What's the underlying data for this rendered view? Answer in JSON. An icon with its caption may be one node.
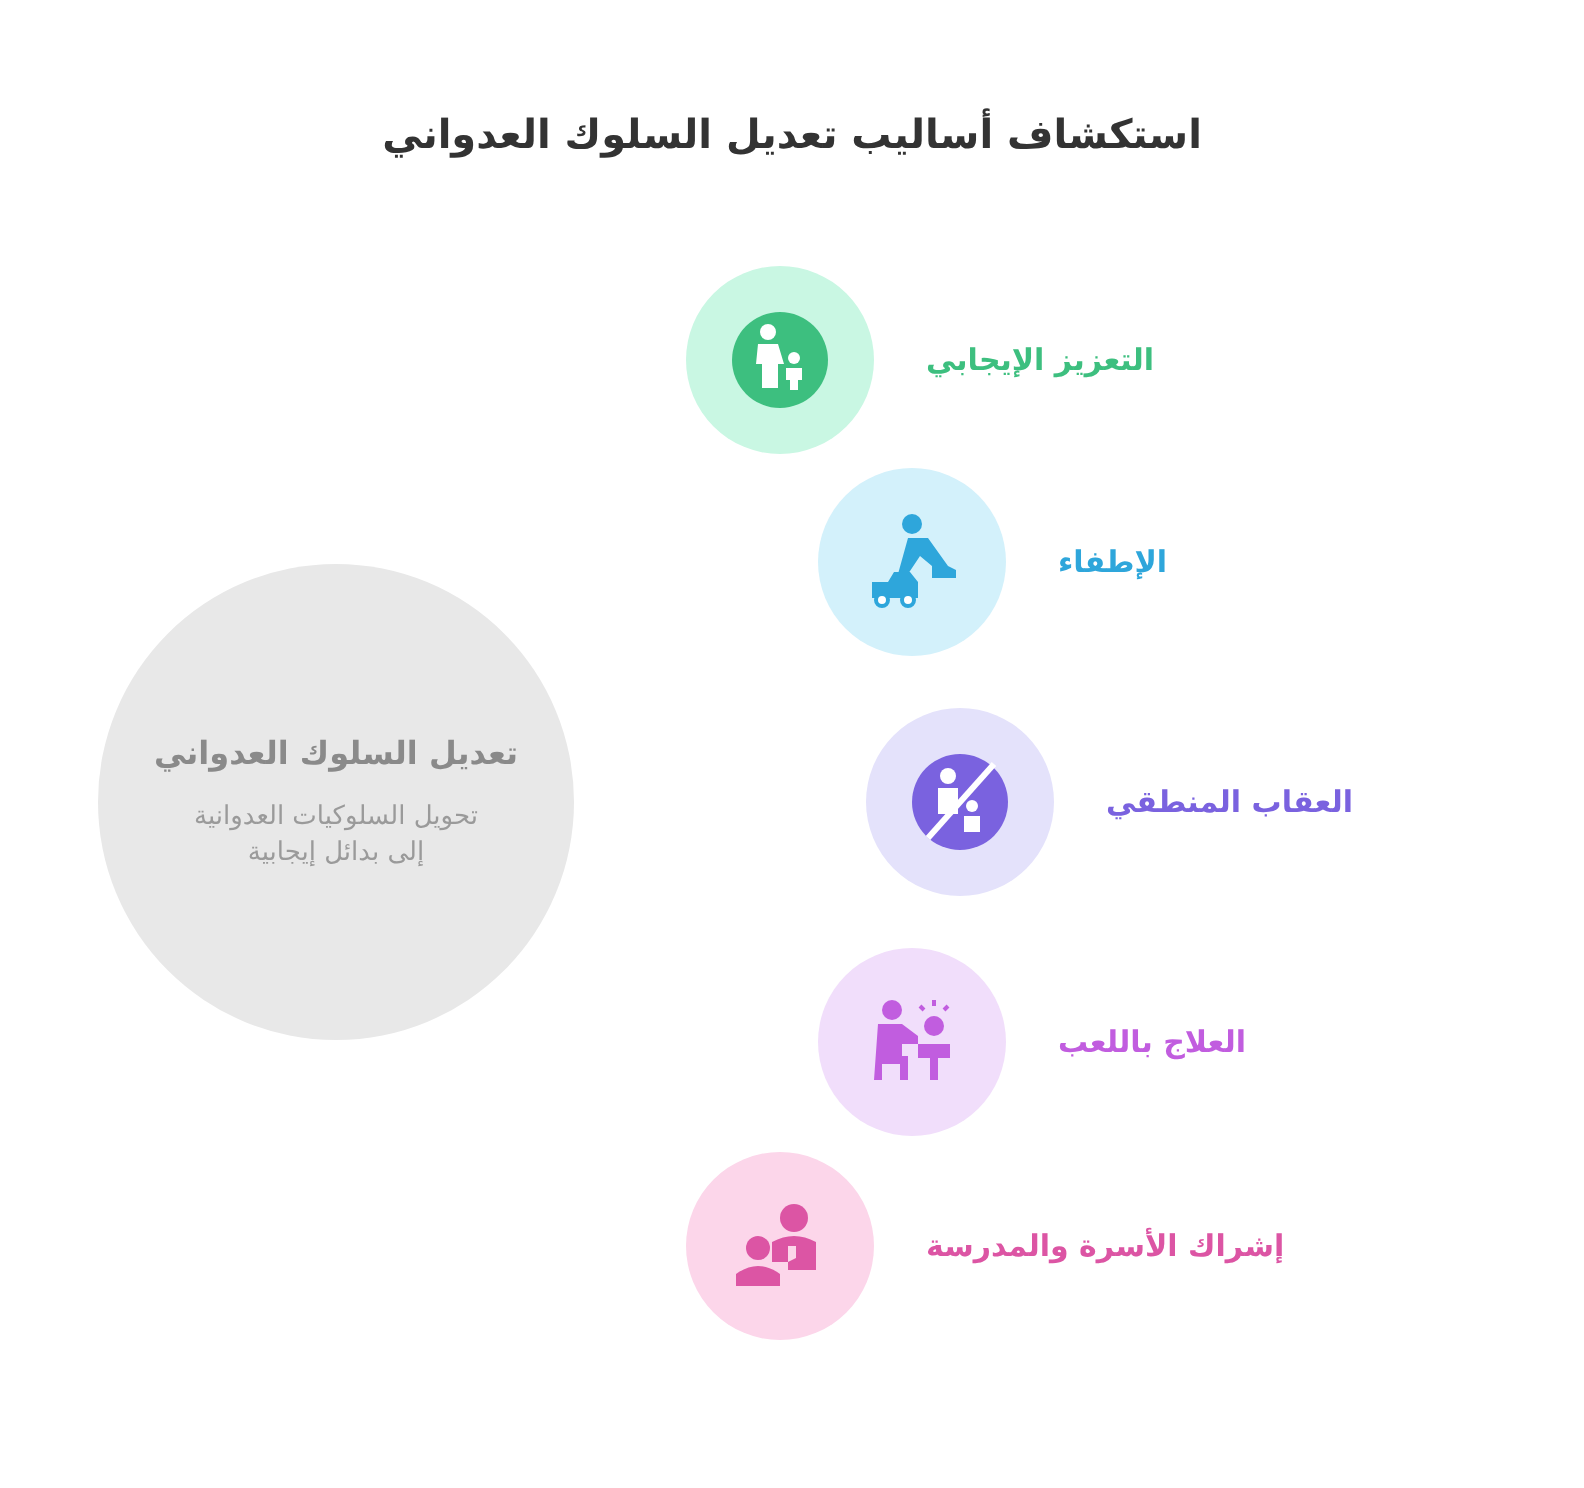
{
  "diagram": {
    "title": "استكشاف أساليب تعديل السلوك العدواني",
    "nodes": [
      {
        "text": [
          "تعديل السلوك العدواني",
          "تحويل السلوكيات العدوانية إلى بدائل إيجابية"
        ]
      },
      {
        "text": [
          "التعزيز الإيجابي"
        ]
      },
      {
        "text": [
          "الإطفاء"
        ]
      },
      {
        "text": [
          "العقاب المنطقي"
        ]
      },
      {
        "text": [
          "العلاج باللعب"
        ]
      },
      {
        "text": [
          "إشراك الأسرة والمدرسة"
        ]
      }
    ]
  }
}
